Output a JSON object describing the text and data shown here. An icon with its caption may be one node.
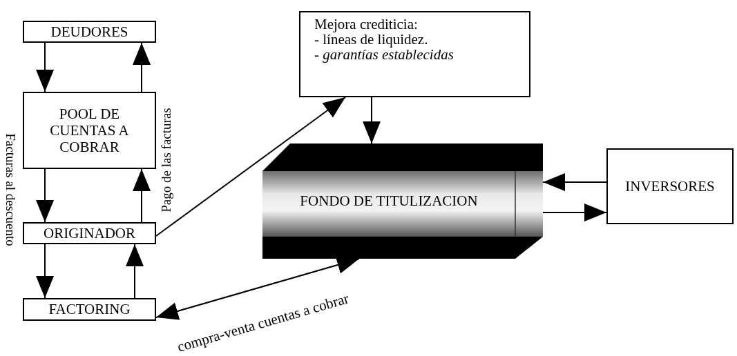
{
  "diagram": {
    "nodes": [
      {
        "text": [
          "DEUDORES"
        ]
      },
      {
        "text": [
          "POOL DE CUENTAS A COBRAR"
        ]
      },
      {
        "text": [
          "ORIGINADOR"
        ]
      },
      {
        "text": [
          "FACTORING"
        ]
      },
      {
        "text": [
          "Mejora crediticia:",
          "- líneas de liquidez.",
          "- garantías establecidas"
        ]
      },
      {
        "text": [
          "FONDO DE TITULIZACION"
        ]
      },
      {
        "text": [
          "INVERSORES"
        ]
      }
    ],
    "edges": [
      {
        "from": 0,
        "to": 1,
        "arrow": "to"
      },
      {
        "from": 1,
        "to": 0,
        "arrow": "to"
      },
      {
        "from": 1,
        "to": 2,
        "arrow": "to"
      },
      {
        "from": 2,
        "to": 1,
        "arrow": "to"
      },
      {
        "from": 2,
        "to": 3,
        "arrow": "to"
      },
      {
        "from": 3,
        "to": 2,
        "arrow": "to"
      },
      {
        "from": 2,
        "to": 4,
        "arrow": "to"
      },
      {
        "from": 4,
        "to": 5,
        "arrow": "to"
      },
      {
        "from": 6,
        "to": 5,
        "arrow": "to"
      },
      {
        "from": 5,
        "to": 6,
        "arrow": "to"
      },
      {
        "from": 3,
        "to": 5,
        "arrow": "both",
        "label": "compra-venta cuentas a cobrar"
      }
    ],
    "labels": [
      "Facturas al descuento",
      "Pago de las facturas"
    ]
  }
}
